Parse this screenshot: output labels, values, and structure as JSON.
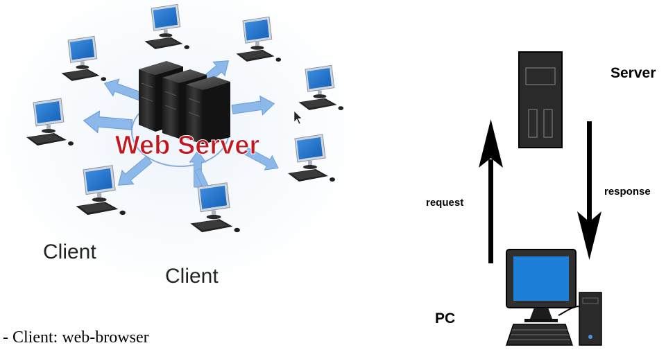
{
  "left_diagram": {
    "center_label": "Web Server",
    "client_label_1": "Client",
    "client_label_2": "Client"
  },
  "right_diagram": {
    "server_label": "Server",
    "request_label": "request",
    "response_label": "response",
    "pc_label": "PC"
  },
  "caption": "- Client: web-browser",
  "colors": {
    "server_red": "#c0181e",
    "arrow_blue": "#7fb0e6",
    "screen_blue": "#1e7fd8",
    "black": "#000000"
  },
  "icons": [
    "web-server-icon",
    "client-computer-icon",
    "server-tower-icon",
    "pc-icon",
    "mouse-cursor-icon"
  ]
}
